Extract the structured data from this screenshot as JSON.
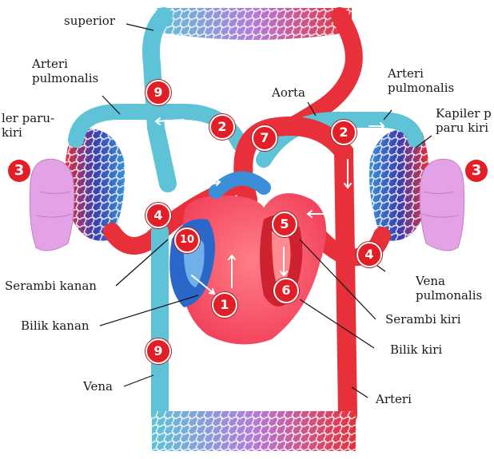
{
  "labels": {
    "superior": "superior",
    "arteri_pulmonalis_left_1": "Arteri",
    "arteri_pulmonalis_left_2": "pulmonalis",
    "kapiler_left_1": "ler paru-",
    "kapiler_left_2": "kiri",
    "aorta": "Aorta",
    "arteri_pulmonalis_right_1": "Arteri",
    "arteri_pulmonalis_right_2": "pulmonalis",
    "kapiler_right_1": "Kapiler p",
    "kapiler_right_2": "paru kiri",
    "serambi_kanan": "Serambi kanan",
    "bilik_kanan": "Bilik kanan",
    "vena": "Vena",
    "vena_pulmonalis_1": "Vena",
    "vena_pulmonalis_2": "pulmonalis",
    "serambi_kiri": "Serambi kiri",
    "bilik_kiri": "Bilik kiri",
    "arteri": "Arteri"
  },
  "markers": {
    "m1": "1",
    "m2a": "2",
    "m2b": "2",
    "m3a": "3",
    "m3b": "3",
    "m4a": "4",
    "m4b": "4",
    "m5": "5",
    "m6": "6",
    "m7": "7",
    "m9a": "9",
    "m9b": "9",
    "m10": "10"
  },
  "colors": {
    "oxygenated": "#e8303a",
    "deoxygenated": "#3a8fd8",
    "mixed": "#5ec3d6",
    "lung": "#e3a2e6",
    "heart": "#f24c5c",
    "marker": "#e21f26"
  }
}
